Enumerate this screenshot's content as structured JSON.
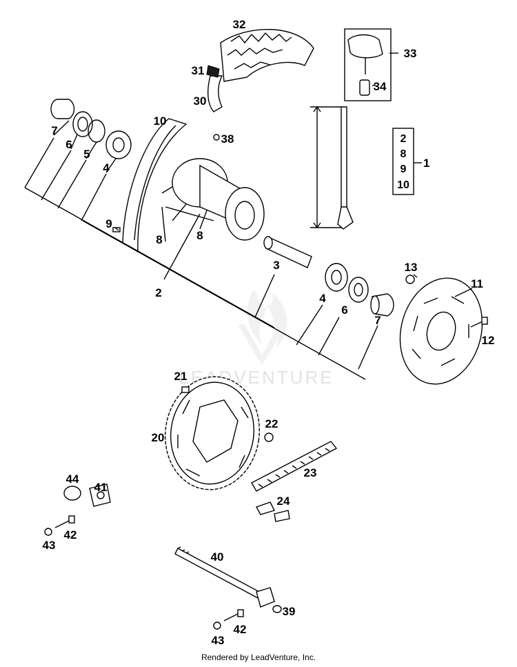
{
  "watermark": {
    "text": "LEADVENTURE"
  },
  "footer": {
    "text": "Rendered by LeadVenture, Inc."
  },
  "kit": {
    "items": [
      "2",
      "8",
      "9",
      "10"
    ],
    "number": "1"
  },
  "callouts": {
    "c32": "32",
    "c31": "31",
    "c30": "30",
    "c33": "33",
    "c34": "34",
    "c10": "10",
    "c38": "38",
    "c7a": "7",
    "c6a": "6",
    "c5": "5",
    "c4a": "4",
    "c9": "9",
    "c8a": "8",
    "c8b": "8",
    "c2": "2",
    "c3": "3",
    "c4b": "4",
    "c6b": "6",
    "c7b": "7",
    "c13": "13",
    "c11": "11",
    "c12": "12",
    "c21": "21",
    "c22": "22",
    "c20": "20",
    "c23": "23",
    "c24": "24",
    "c44": "44",
    "c41": "41",
    "c42a": "42",
    "c43a": "43",
    "c40": "40",
    "c39": "39",
    "c42b": "42",
    "c43b": "43"
  }
}
